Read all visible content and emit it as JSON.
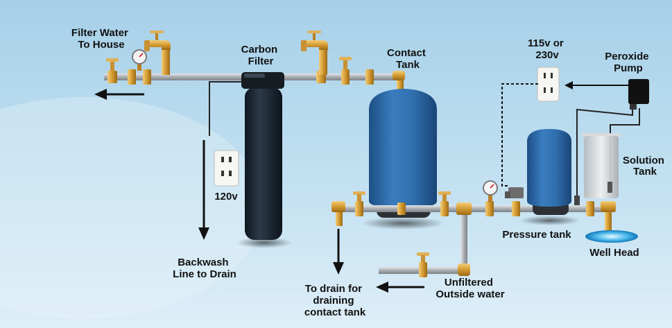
{
  "labels": {
    "filter_water": [
      "Filter Water",
      "To House"
    ],
    "carbon_filter": [
      "Carbon",
      "Filter"
    ],
    "contact_tank": [
      "Contact",
      "Tank"
    ],
    "power": [
      "115v or",
      "230v"
    ],
    "peroxide_pump": [
      "Peroxide",
      "Pump"
    ],
    "solution_tank": [
      "Solution",
      "Tank"
    ],
    "outlet_voltage": "120v",
    "pressure_tank": "Pressure tank",
    "well_head": "Well Head",
    "backwash": [
      "Backwash",
      "Line to Drain"
    ],
    "drain": [
      "To drain for",
      "draining",
      "contact tank"
    ],
    "unfiltered": [
      "Unfiltered",
      "Outside water"
    ]
  },
  "colors": {
    "pipe_gray": "#b4b8bc",
    "brass": "#d9a53f",
    "tank_blue": "#2e6aa8",
    "filter_dark": "#1f2a36",
    "background_top": "#a9d3ea",
    "background_bottom": "#dcedf7"
  }
}
